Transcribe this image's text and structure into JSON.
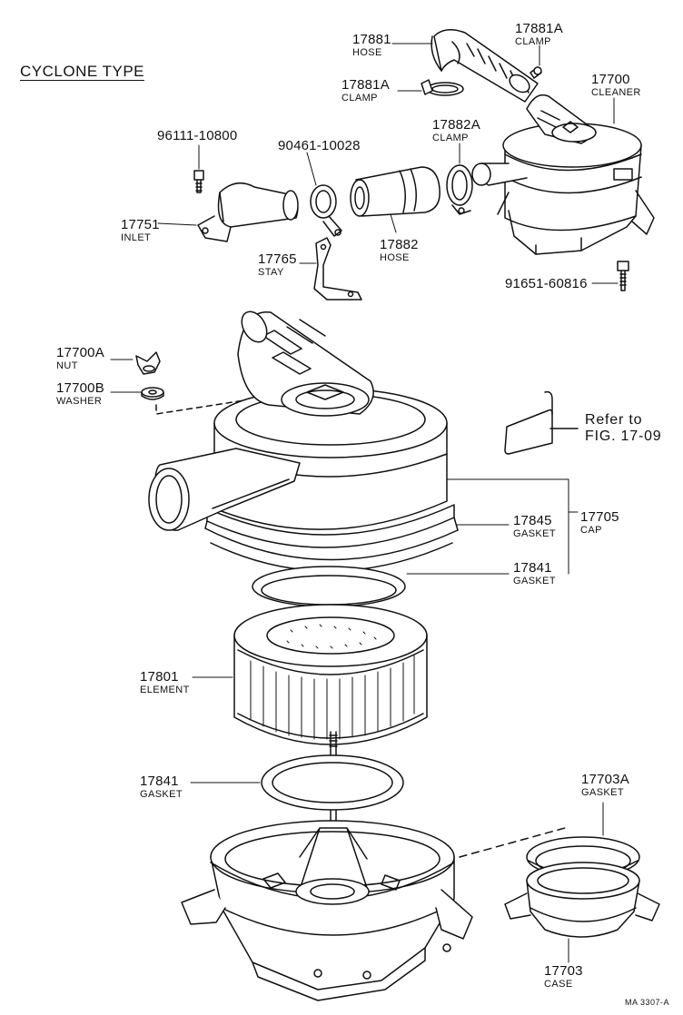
{
  "title": "CYCLONE TYPE",
  "parts": [
    {
      "id": "p17881",
      "number": "17881",
      "name": "HOSE"
    },
    {
      "id": "p17881A_top",
      "number": "17881A",
      "name": "CLAMP"
    },
    {
      "id": "p17881A_mid",
      "number": "17881A",
      "name": "CLAMP"
    },
    {
      "id": "p17700",
      "number": "17700",
      "name": "CLEANER"
    },
    {
      "id": "p96111",
      "number": "96111-10800",
      "name": ""
    },
    {
      "id": "p90461",
      "number": "90461-10028",
      "name": ""
    },
    {
      "id": "p17882A",
      "number": "17882A",
      "name": "CLAMP"
    },
    {
      "id": "p17751",
      "number": "17751",
      "name": "INLET"
    },
    {
      "id": "p17882",
      "number": "17882",
      "name": "HOSE"
    },
    {
      "id": "p17765",
      "number": "17765",
      "name": "STAY"
    },
    {
      "id": "p91651",
      "number": "91651-60816",
      "name": ""
    },
    {
      "id": "p17700A",
      "number": "17700A",
      "name": "NUT"
    },
    {
      "id": "p17700B",
      "number": "17700B",
      "name": "WASHER"
    },
    {
      "id": "p17845",
      "number": "17845",
      "name": "GASKET"
    },
    {
      "id": "p17705",
      "number": "17705",
      "name": "CAP"
    },
    {
      "id": "p17841_top",
      "number": "17841",
      "name": "GASKET"
    },
    {
      "id": "p17801",
      "number": "17801",
      "name": "ELEMENT"
    },
    {
      "id": "p17841_bot",
      "number": "17841",
      "name": "GASKET"
    },
    {
      "id": "p17703A",
      "number": "17703A",
      "name": "GASKET"
    },
    {
      "id": "p17703",
      "number": "17703",
      "name": "CASE"
    }
  ],
  "reference": {
    "line1": "Refer to",
    "line2": "FIG. 17-09"
  },
  "figure_code": "MA  3307-A"
}
